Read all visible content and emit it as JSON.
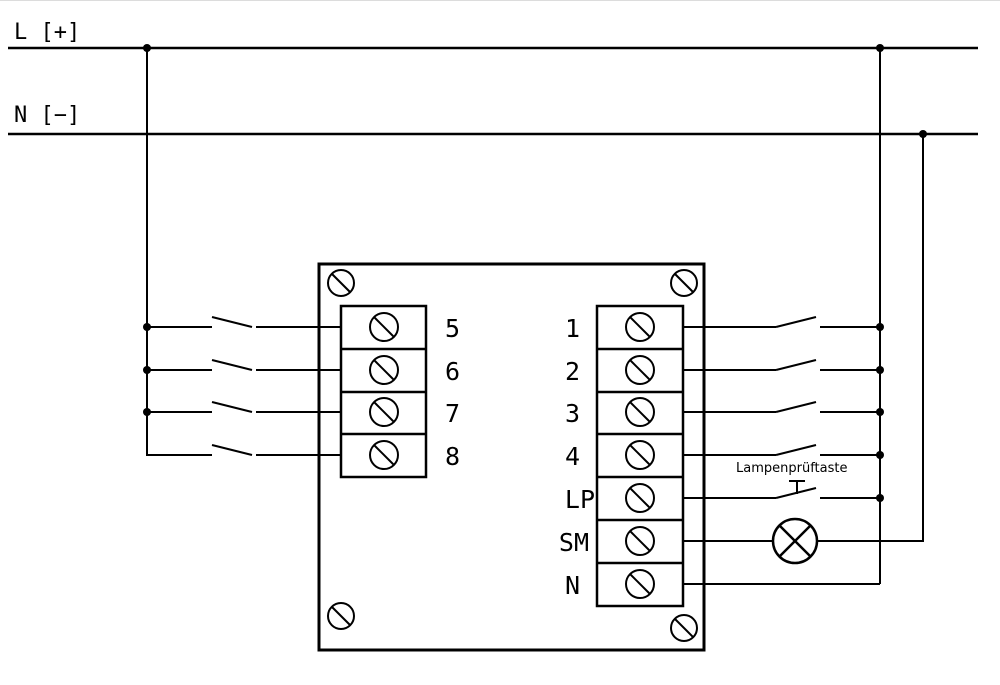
{
  "rails": {
    "l_label": "L [+]",
    "n_label": "N [−]"
  },
  "left_terminals": [
    "5",
    "6",
    "7",
    "8"
  ],
  "right_terminals": [
    "1",
    "2",
    "3",
    "4",
    "LP",
    "SM",
    "N"
  ],
  "lamp_test_label": "Lampenprüftaste",
  "colors": {
    "line": "#000000",
    "background": "#ffffff",
    "frame_top": "#dcdcdc"
  }
}
